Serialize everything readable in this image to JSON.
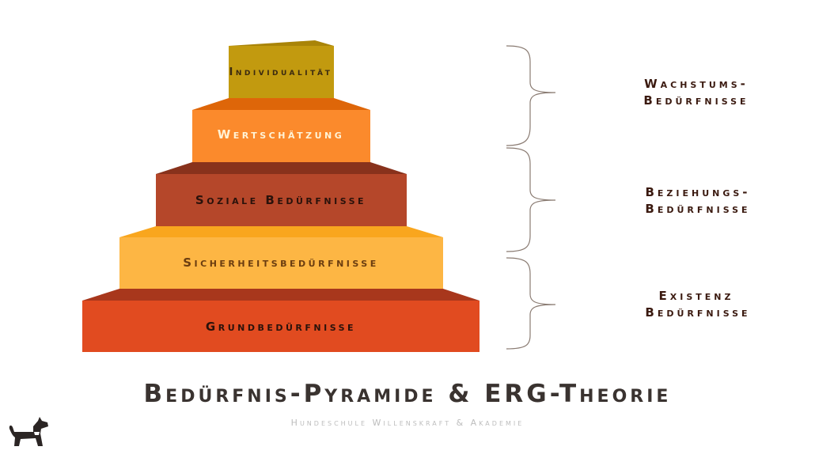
{
  "pyramid": {
    "levels": [
      {
        "label": "Individualität",
        "color": "#c29a0f"
      },
      {
        "label": "Wertschätzung",
        "color": "#fb8a2c"
      },
      {
        "label": "Soziale Bedürfnisse",
        "color": "#b5472a"
      },
      {
        "label": "Sicherheitsbedürfnisse",
        "color": "#fdb644"
      },
      {
        "label": "Grundbedürfnisse",
        "color": "#e14b20"
      }
    ]
  },
  "erg": {
    "groups": [
      {
        "line1": "Wachstums-",
        "line2": "Bedürfnisse"
      },
      {
        "line1": "Beziehungs-",
        "line2": "Bedürfnisse"
      },
      {
        "line1": "Existenz",
        "line2": "Bedürfnisse"
      }
    ]
  },
  "footer": {
    "title": "Bedürfnis-Pyramide & ERG-Theorie",
    "subtitle": "Hundeschule Willenskraft & Akademie"
  }
}
